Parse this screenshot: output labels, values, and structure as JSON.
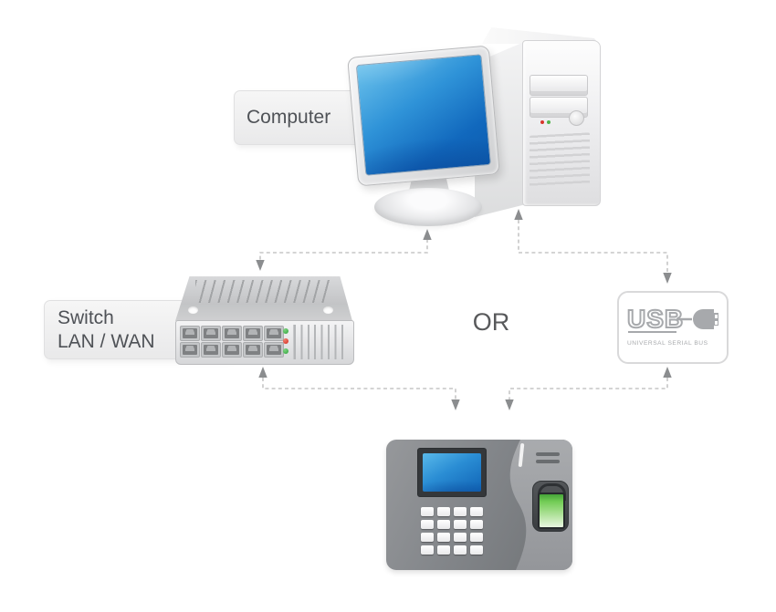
{
  "diagram": {
    "or_label": "OR",
    "nodes": {
      "computer": {
        "label": "Computer"
      },
      "switch": {
        "label_line1": "Switch",
        "label_line2": "LAN / WAN"
      },
      "usb": {
        "logo_text": "USB",
        "caption": "UNIVERSAL SERIAL BUS"
      },
      "fingerprint_terminal": {
        "description": "biometric time attendance terminal"
      }
    },
    "connections": [
      {
        "from": "computer",
        "to": "switch",
        "style": "dashed",
        "arrows": "both-ends"
      },
      {
        "from": "computer",
        "to": "usb",
        "style": "dashed",
        "arrows": "both-ends"
      },
      {
        "from": "switch",
        "to": "fingerprint_terminal",
        "style": "dashed",
        "arrows": "both-ends"
      },
      {
        "from": "usb",
        "to": "fingerprint_terminal",
        "style": "dashed",
        "arrows": "both-ends"
      }
    ],
    "colors": {
      "screen_blue_top": "#6cc2ec",
      "screen_blue_bottom": "#0d5cae",
      "led_green": "#2ea23c",
      "led_red": "#d3271c",
      "fingerprint_green": "#72cc55",
      "arrow_head": "#8b8d8f",
      "dash_line": "#c6c6c6",
      "label_text": "#4f5257",
      "usb_gray": "#a7a9ac"
    }
  }
}
